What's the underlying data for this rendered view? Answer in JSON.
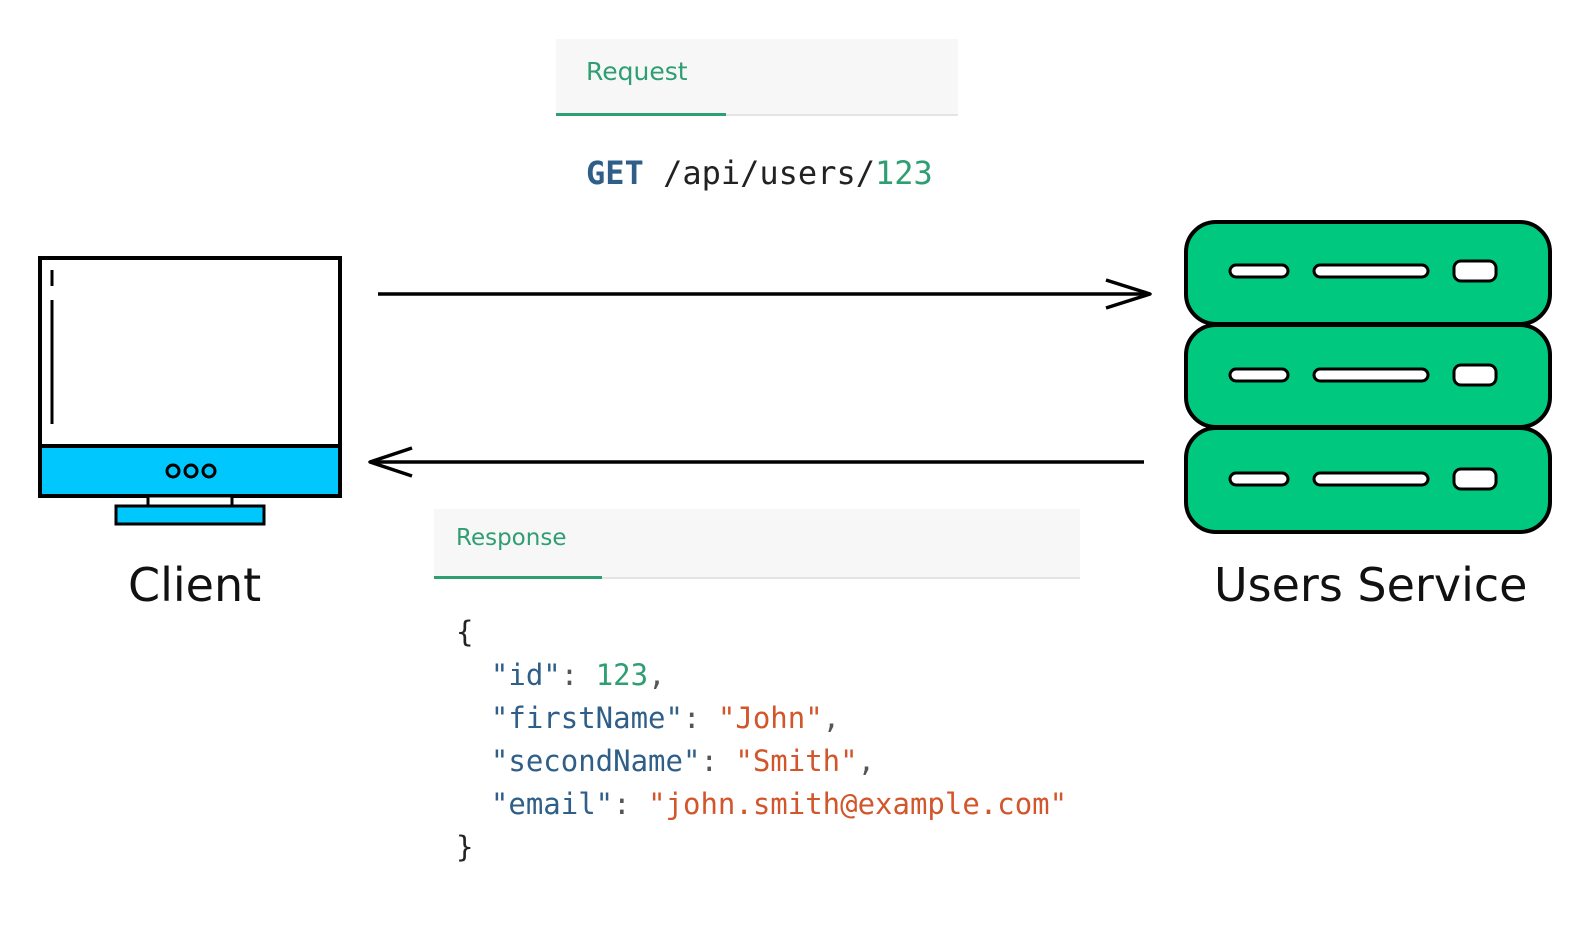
{
  "colors": {
    "accent_green": "#2e9e73",
    "monitor_blue": "#00c8ff",
    "server_green": "#00c97f",
    "json_key": "#2f5f88",
    "json_string": "#d2562b"
  },
  "icons": {
    "client": "monitor-icon",
    "server": "server-rack-icon"
  },
  "request": {
    "tab_label": "Request",
    "method": "GET",
    "path": "/api/users/",
    "id": "123"
  },
  "response": {
    "tab_label": "Response",
    "open_brace": "{",
    "close_brace": "}",
    "fields": [
      {
        "key": "\"id\"",
        "value": "123",
        "type": "number",
        "sep": ","
      },
      {
        "key": "\"firstName\"",
        "value": "\"John\"",
        "type": "string",
        "sep": ","
      },
      {
        "key": "\"secondName\"",
        "value": "\"Smith\"",
        "type": "string",
        "sep": ","
      },
      {
        "key": "\"email\"",
        "value": "\"john.smith@example.com\"",
        "type": "string",
        "sep": ""
      }
    ]
  },
  "labels": {
    "client": "Client",
    "server": "Users Service"
  }
}
